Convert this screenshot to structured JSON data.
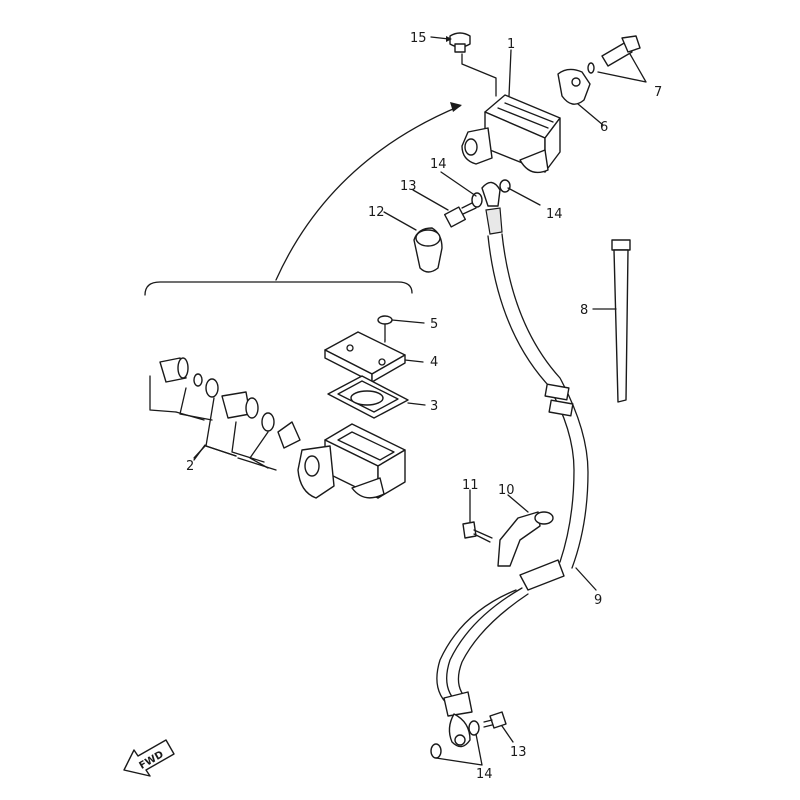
{
  "callouts": {
    "c1": "1",
    "c2": "2",
    "c3": "3",
    "c4": "4",
    "c5": "5",
    "c6": "6",
    "c7": "7",
    "c8": "8",
    "c9": "9",
    "c10": "10",
    "c11": "11",
    "c12": "12",
    "c13a": "13",
    "c13b": "13",
    "c14a": "14",
    "c14b": "14",
    "c14c": "14",
    "c15": "15"
  },
  "fwd_label": "FWD",
  "colors": {
    "ink": "#1a1a1a",
    "paper": "#ffffff"
  }
}
